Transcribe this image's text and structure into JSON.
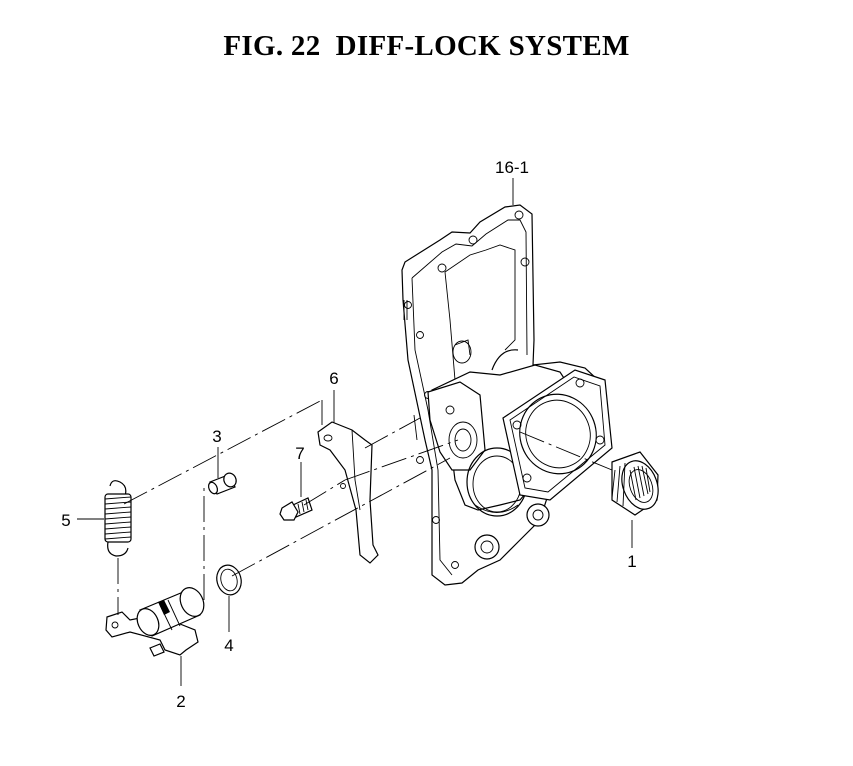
{
  "title": "FIG. 22  DIFF-LOCK SYSTEM",
  "callouts": {
    "c1": "1",
    "c2": "2",
    "c3": "3",
    "c4": "4",
    "c5": "5",
    "c6": "6",
    "c7": "7",
    "c16": "16-1"
  }
}
